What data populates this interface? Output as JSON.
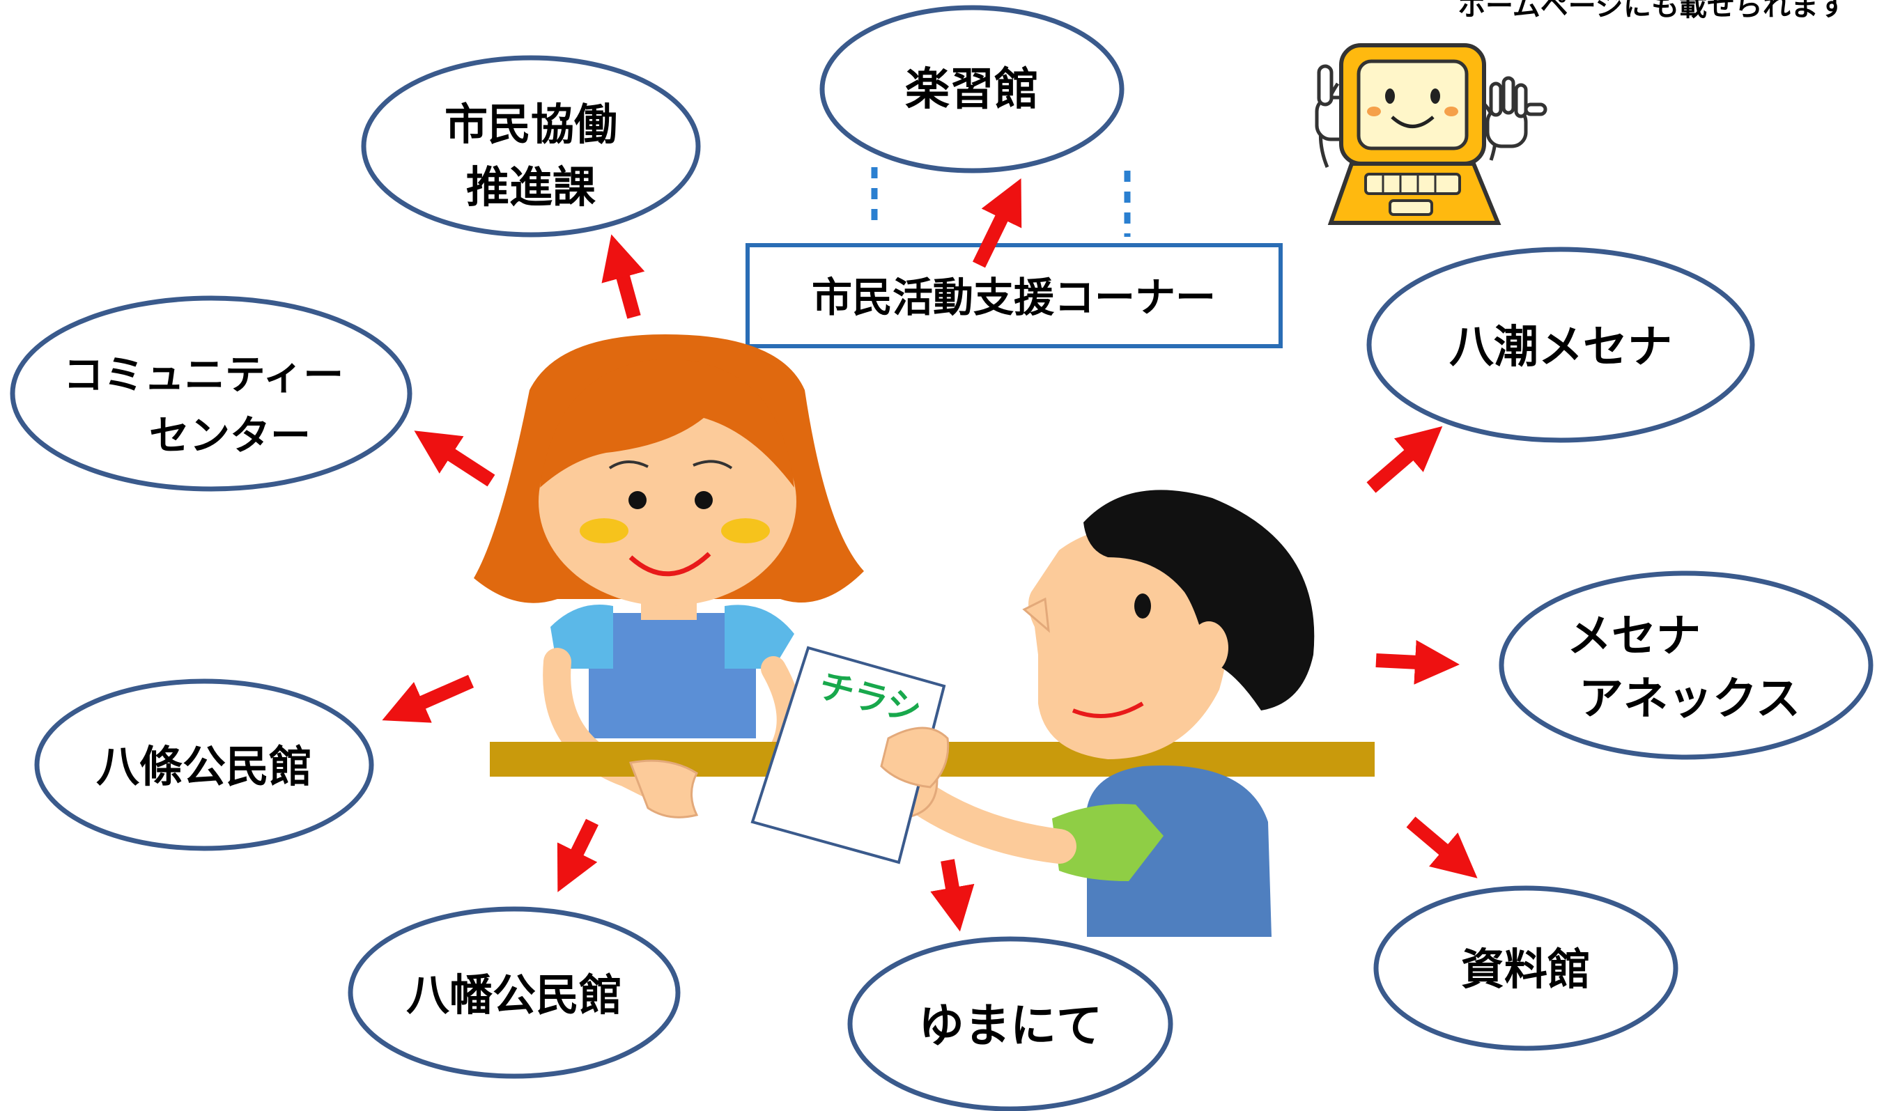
{
  "top_note": "ホームページにも載せられます",
  "center_box": "市民活動支援コーナー",
  "flyer": "チラシ",
  "nodes": {
    "gakushukan": "楽習館",
    "kyodo_line1": "市民協働",
    "kyodo_line2": "推進課",
    "community_line1": "コミュニティー",
    "community_line2": "センター",
    "hachijo": "八條公民館",
    "yawata": "八幡公民館",
    "yumanite": "ゆまにて",
    "shiryokan": "資料館",
    "annex_line1": "メセナ",
    "annex_line2": "アネックス",
    "yashio_mesena": "八潮メセナ"
  },
  "colors": {
    "ellipse_stroke": "#3a5a8c",
    "arrow": "#ee1111",
    "box_stroke": "#2a6db5",
    "dotted": "#2a7fd0",
    "counter": "#c99a0c",
    "flyer_text": "#18a84c"
  }
}
